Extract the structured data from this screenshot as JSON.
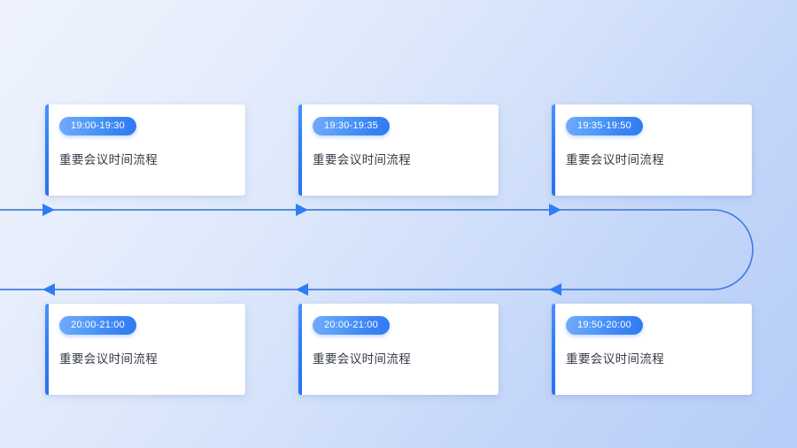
{
  "theme": {
    "accent": "#2f7cf6",
    "badge_gradient_from": "#74a9fb",
    "badge_gradient_to": "#2f7bf2",
    "line_color": "#2e6fd0",
    "arrow_color": "#2f7cf6",
    "background_from": "#eef3fd",
    "background_to": "#b6cdf8",
    "card_background": "#ffffff",
    "title_color": "#333a45"
  },
  "timeline": {
    "rows": [
      {
        "name": "top-row",
        "direction": "left-to-right",
        "cards": [
          {
            "time": "19:00-19:30",
            "title": "重要会议时间流程"
          },
          {
            "time": "19:30-19:35",
            "title": "重要会议时间流程"
          },
          {
            "time": "19:35-19:50",
            "title": "重要会议时间流程"
          }
        ]
      },
      {
        "name": "bottom-row",
        "direction": "right-to-left",
        "cards": [
          {
            "time": "20:00-21:00",
            "title": "重要会议时间流程"
          },
          {
            "time": "20:00-21:00",
            "title": "重要会议时间流程"
          },
          {
            "time": "19:50-20:00",
            "title": "重要会议时间流程"
          }
        ]
      }
    ]
  }
}
